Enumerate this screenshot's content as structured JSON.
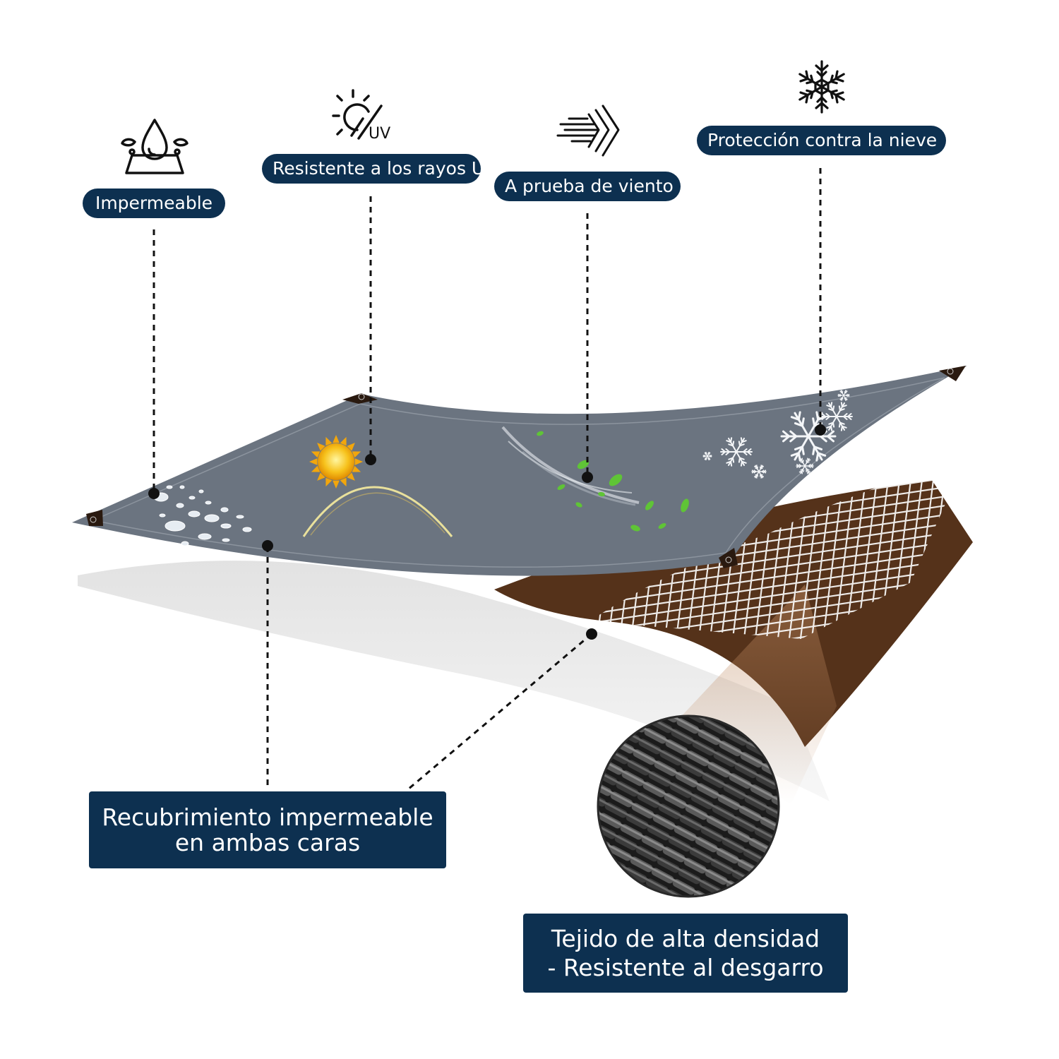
{
  "features": {
    "waterproof": {
      "label": "Impermeable",
      "icon": "water-drop-icon"
    },
    "uv": {
      "label": "Resistente a los rayos UV",
      "icon": "sun-uv-icon",
      "icon_text": "UV"
    },
    "wind": {
      "label": "A prueba de viento",
      "icon": "wind-icon"
    },
    "snow": {
      "label": "Protección contra la nieve",
      "icon": "snowflake-icon"
    }
  },
  "callouts": {
    "coating": {
      "line1": "Recubrimiento impermeable",
      "line2": "en ambas caras"
    },
    "fabric": {
      "line1": "Tejido de alta densidad",
      "line2": "- Resistente al desgarro"
    }
  },
  "colors": {
    "label_bg": "#0d3050",
    "tarp_top": "#6b7480",
    "tarp_back": "#55321a",
    "mesh": "#ffffff"
  }
}
